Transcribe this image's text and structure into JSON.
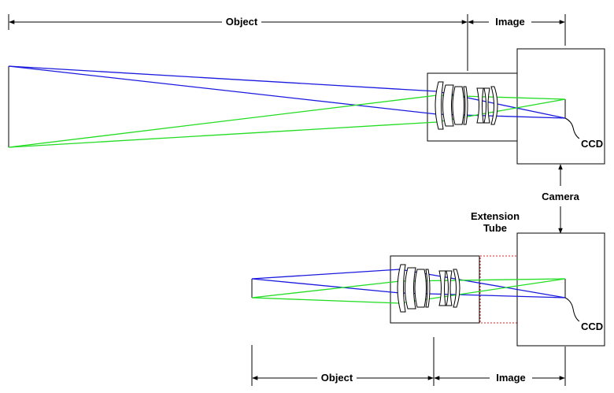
{
  "top": {
    "object_label": "Object",
    "image_label": "Image",
    "ccd_label": "CCD"
  },
  "camera_label": "Camera",
  "bottom": {
    "extension_label_line1": "Extension",
    "extension_label_line2": "Tube",
    "object_label": "Object",
    "image_label": "Image",
    "ccd_label": "CCD"
  },
  "colors": {
    "ray_blue": "#1a1adf",
    "ray_green": "#22dd22",
    "tube_outline": "#e02020"
  }
}
